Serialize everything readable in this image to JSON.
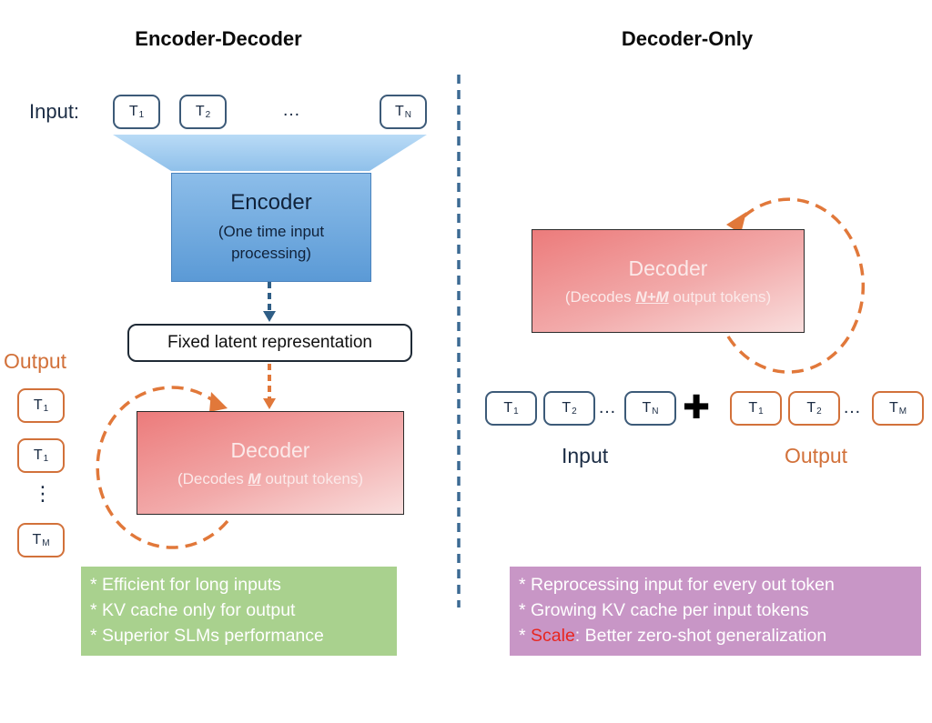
{
  "left": {
    "title": "Encoder-Decoder",
    "input_label": "Input:",
    "input_tokens": [
      {
        "t": "T",
        "s": "1"
      },
      {
        "t": "T",
        "s": "2"
      },
      {
        "t": "T",
        "s": "N"
      }
    ],
    "ellipsis": "…",
    "encoder": {
      "title": "Encoder",
      "subtitle_line1": "(One time input",
      "subtitle_line2": "processing)"
    },
    "latent": "Fixed latent representation",
    "output_label": "Output",
    "output_tokens": [
      {
        "t": "T",
        "s": "1"
      },
      {
        "t": "T",
        "s": "1"
      },
      {
        "t": "T",
        "s": "M"
      }
    ],
    "vertical_ellipsis": "⋮",
    "decoder": {
      "title": "Decoder",
      "sub_prefix": "(Decodes ",
      "sub_var": "M",
      "sub_suffix": " output tokens)"
    },
    "notes": [
      "* Efficient for long inputs",
      "* KV cache only for output",
      "* Superior SLMs performance"
    ]
  },
  "right": {
    "title": "Decoder-Only",
    "decoder": {
      "title": "Decoder",
      "sub_prefix": "(Decodes ",
      "sub_var": "N+M",
      "sub_suffix": " output tokens)"
    },
    "input_tokens": [
      {
        "t": "T",
        "s": "1"
      },
      {
        "t": "T",
        "s": "2"
      },
      {
        "t": "T",
        "s": "N"
      }
    ],
    "output_tokens": [
      {
        "t": "T",
        "s": "1"
      },
      {
        "t": "T",
        "s": "2"
      },
      {
        "t": "T",
        "s": "M"
      }
    ],
    "ellipsis": "…",
    "plus": "✚",
    "input_caption": "Input",
    "output_caption": "Output",
    "notes": {
      "line1": "* Reprocessing input for every out token",
      "line2": "* Growing KV cache per input tokens",
      "line3_prefix": "* ",
      "line3_highlight": "Scale",
      "line3_suffix": ": Better zero-shot generalization"
    }
  },
  "colors": {
    "token_border": "#3c5a78",
    "output_orange": "#d2713a",
    "encoder_blue": "#5b9ad6",
    "decoder_red": "#ec7b7b",
    "note_green": "#a9d18e",
    "note_purple": "#c896c6",
    "highlight_red": "#e8251f",
    "divider": "#3c6a93"
  }
}
